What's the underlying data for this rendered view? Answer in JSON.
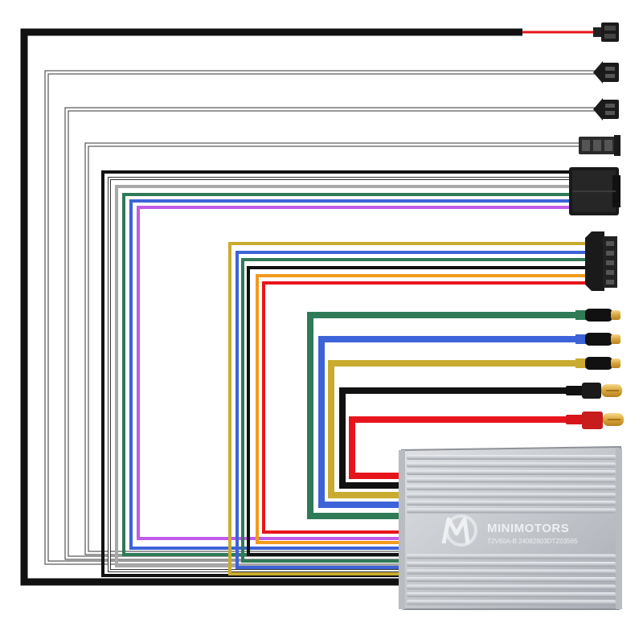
{
  "controller": {
    "brand": "MINIMOTORS",
    "model": "T2V60A-B 24082803DTZ03565",
    "body_color": "#c4c7cc"
  },
  "colors": {
    "black": "#111111",
    "white": "#ffffff",
    "red": "#e8141b",
    "green": "#2f7a57",
    "blue": "#3d63d8",
    "gold": "#c9ab2f",
    "orange": "#f29a1b",
    "gray": "#a9a9a9",
    "purple": "#c25be8"
  },
  "connectors": [
    {
      "id": "conn-1",
      "kind": "sm-2pin"
    },
    {
      "id": "conn-2",
      "kind": "sm-2pin-arrow"
    },
    {
      "id": "conn-3",
      "kind": "sm-2pin-arrow"
    },
    {
      "id": "conn-4",
      "kind": "sm-3pin"
    },
    {
      "id": "conn-5",
      "kind": "sm-6pin"
    },
    {
      "id": "conn-6",
      "kind": "sm-5pin"
    },
    {
      "id": "phase-green",
      "kind": "bullet-female"
    },
    {
      "id": "phase-blue",
      "kind": "bullet-female"
    },
    {
      "id": "phase-gold",
      "kind": "bullet-female"
    },
    {
      "id": "battery-black",
      "kind": "xt-male"
    },
    {
      "id": "battery-red",
      "kind": "xt-male"
    }
  ]
}
